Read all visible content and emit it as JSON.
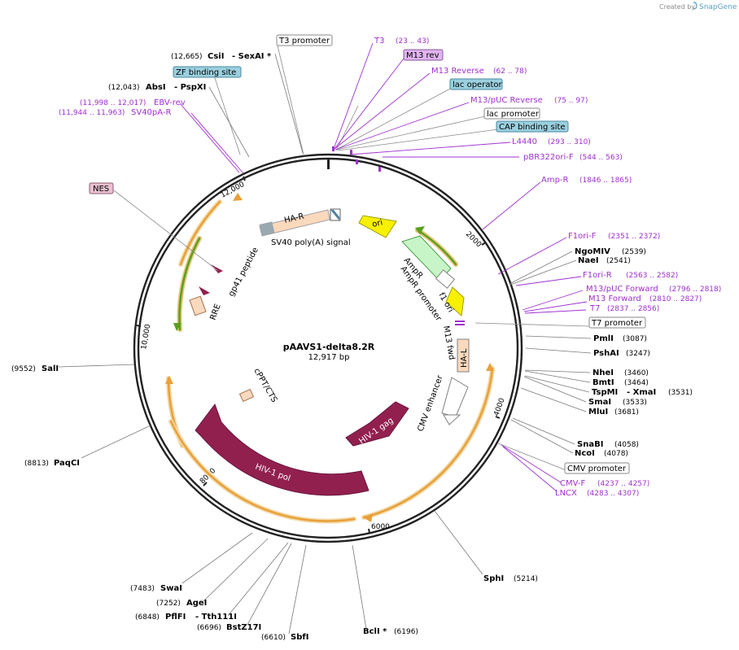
{
  "credit": {
    "prefix": "Created by",
    "brand": "SnapGene"
  },
  "plasmid": {
    "name": "pAAVS1-delta8.2R",
    "length": "12,917 bp"
  },
  "ticks": [
    "12,000",
    "2000",
    "4000",
    "6000",
    "8000",
    "10,000"
  ],
  "features_outer": [
    {
      "label": "T3 promoter"
    },
    {
      "label": "T3",
      "pos": "(23 .. 43)"
    },
    {
      "label": "M13 rev"
    },
    {
      "label": "M13 Reverse",
      "pos": "(62 .. 78)"
    },
    {
      "label": "lac operator"
    },
    {
      "label": "M13/pUC Reverse",
      "pos": "(75 .. 97)"
    },
    {
      "label": "lac promoter"
    },
    {
      "label": "CAP binding site"
    },
    {
      "label": "L4440",
      "pos": "(293 .. 310)"
    },
    {
      "label": "pBR322ori-F",
      "pos": "(544 .. 563)"
    },
    {
      "label": "Amp-R",
      "pos": "(1846 .. 1865)"
    },
    {
      "label": "F1ori-F",
      "pos": "(2351 .. 2372)"
    },
    {
      "label": "F1ori-R",
      "pos": "(2563 .. 2582)"
    },
    {
      "label": "M13/pUC Forward",
      "pos": "(2796 .. 2818)"
    },
    {
      "label": "M13 Forward",
      "pos": "(2810 .. 2827)"
    },
    {
      "label": "T7",
      "pos": "(2837 .. 2856)"
    },
    {
      "label": "T7 promoter"
    },
    {
      "label": "CMV promoter"
    },
    {
      "label": "CMV-F",
      "pos": "(4237 .. 4257)"
    },
    {
      "label": "LNCX",
      "pos": "(4283 .. 4307)"
    },
    {
      "label": "ZF binding site"
    },
    {
      "label": "EBV-rev",
      "pos": "(11,998 .. 12,017)"
    },
    {
      "label": "SV40pA-R",
      "pos": "(11,944 .. 11,963)"
    },
    {
      "label": "NES"
    }
  ],
  "sites": [
    {
      "name": "NgoMIV",
      "pos": "(2539)"
    },
    {
      "name": "NaeI",
      "pos": "(2541)"
    },
    {
      "name": "PmlI",
      "pos": "(3087)"
    },
    {
      "name": "PshAI",
      "pos": "(3247)"
    },
    {
      "name": "NheI",
      "pos": "(3460)"
    },
    {
      "name": "BmtI",
      "pos": "(3464)"
    },
    {
      "name": "TspMI",
      "name2": "- XmaI",
      "pos": "(3531)"
    },
    {
      "name": "SmaI",
      "pos": "(3533)"
    },
    {
      "name": "MluI",
      "pos": "(3681)"
    },
    {
      "name": "SnaBI",
      "pos": "(4058)"
    },
    {
      "name": "NcoI",
      "pos": "(4078)"
    },
    {
      "name": "SphI",
      "pos": "(5214)"
    },
    {
      "name": "BclI *",
      "pos": "(6196)"
    },
    {
      "name": "SbfI",
      "pos": "(6610)"
    },
    {
      "name": "BstZ17I",
      "pos": "(6696)"
    },
    {
      "name": "PflFI",
      "name2": "- Tth111I",
      "pos": "(6848)"
    },
    {
      "name": "AgeI",
      "pos": "(7252)"
    },
    {
      "name": "SwaI",
      "pos": "(7483)"
    },
    {
      "name": "PaqCI",
      "pos": "(8813)"
    },
    {
      "name": "SalI",
      "pos": "(9552)"
    },
    {
      "name": "AbsI",
      "name2": "- PspXI",
      "pos": "(12,043)"
    },
    {
      "name": "CsiI",
      "name2": "- SexAI *",
      "pos": "(12,665)"
    }
  ],
  "features_inner": {
    "har": "HA-R",
    "sv40": "SV40 poly(A) signal",
    "ori": "ori",
    "ampr": "AmpR",
    "ampr_promoter": "AmpR promoter",
    "f1ori": "f1 ori",
    "m13fwd": "M13 fwd",
    "hal": "HA-L",
    "cmv_enhancer": "CMV enhancer",
    "gag": "HIV-1 gag",
    "pol": "HIV-1 pol",
    "cppt": "cPPT/CTS",
    "rre": "RRE",
    "gp41": "gp41 peptide"
  },
  "colors": {
    "backbone": "#222222",
    "primer": "#a030d0",
    "hiv": "#92204f",
    "ha": "#fbd9bd",
    "ori": "#f7f000",
    "ampr": "#c8f5c8",
    "orf_orange": "#e8a038",
    "orf_green": "#58a020",
    "binding": "#9bd0df",
    "m13rev": "#e0b4ef",
    "nes": "#e8c1d0"
  }
}
